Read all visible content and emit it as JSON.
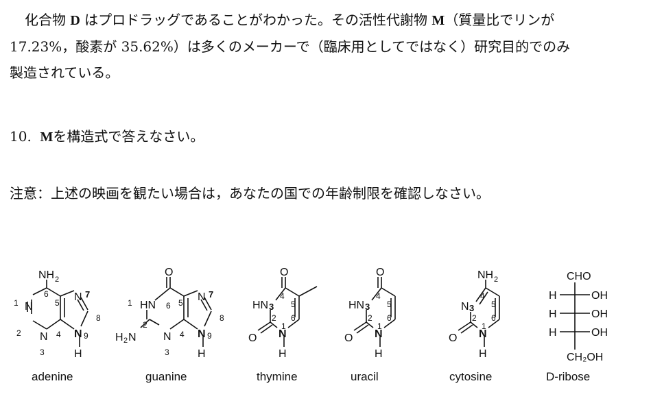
{
  "paragraph": {
    "line1_pre": "化合物 ",
    "compound_d": "D",
    "line1_mid": " はプロドラッグであることがわかった。その活性代謝物 ",
    "metabolite_m": "M",
    "line1_post": "（質量比でリンが",
    "line2": "17.23%，酸素が 35.62%）は多くのメーカーで（臨床用としてではなく）研究目的でのみ",
    "line3": "製造されている。"
  },
  "question": {
    "number": "10.",
    "symbol": "M",
    "text": "を構造式で答えなさい。"
  },
  "note": {
    "text": "注意：上述の映画を観たい場合は，あなたの国での年齢制限を確認しなさい。"
  },
  "structures": [
    {
      "name": "adenine"
    },
    {
      "name": "guanine"
    },
    {
      "name": "thymine"
    },
    {
      "name": "uracil"
    },
    {
      "name": "cytosine"
    },
    {
      "name": "D-ribose"
    }
  ],
  "ribose_labels": {
    "top": "CHO",
    "left": "H",
    "right": "OH",
    "bottom": "CH₂OH"
  }
}
